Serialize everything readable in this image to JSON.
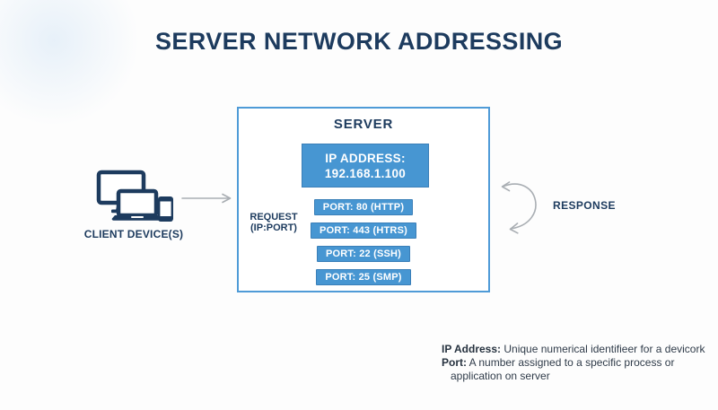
{
  "title": "SERVER NETWORK ADDRESSING",
  "client": {
    "label": "CLIENT DEVICE(S)"
  },
  "flow": {
    "request_line1": "REQUEST",
    "request_line2": "(IP:PORT)",
    "response_label": "RESPONSE"
  },
  "server": {
    "title": "SERVER",
    "ip_box": {
      "line1": "IP ADDRESS:",
      "line2": "192.168.1.100"
    },
    "ports": [
      "PORT: 80 (HTTP)",
      "PORT: 443 (HTRS)",
      "PORT: 22 (SSH)",
      "PORT: 25 (SMP)"
    ]
  },
  "footer": {
    "ip_term": "IP Address:",
    "ip_def": " Unique numerical identifieer for a devicork",
    "port_term": "Port:",
    "port_def": " A number assigned to a specific process or",
    "port_def_cont": "application on server"
  },
  "colors": {
    "navy": "#1d3b5e",
    "box_blue": "#4796d2",
    "box_blue_border": "#3a7fb8",
    "server_outline": "#4f9bd7",
    "connector_gray": "#a9aeb3"
  }
}
